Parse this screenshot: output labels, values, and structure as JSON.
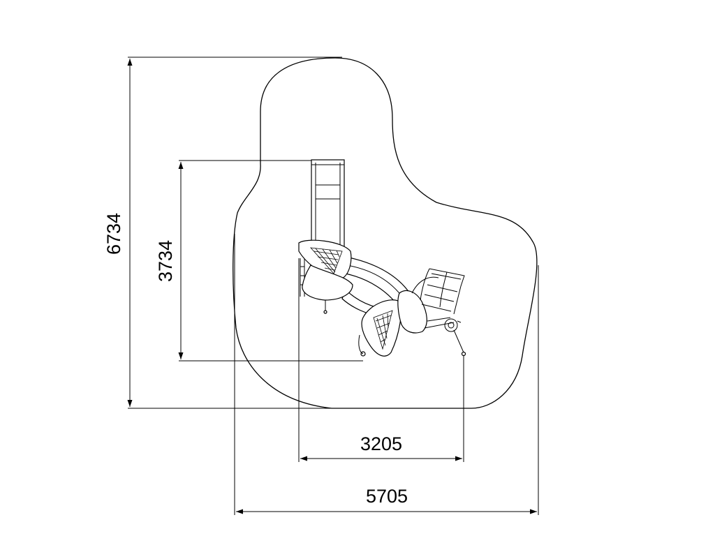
{
  "drawing": {
    "dimensions": {
      "total_height": "6734",
      "equipment_height": "3734",
      "equipment_width": "3205",
      "total_width": "5705"
    }
  }
}
